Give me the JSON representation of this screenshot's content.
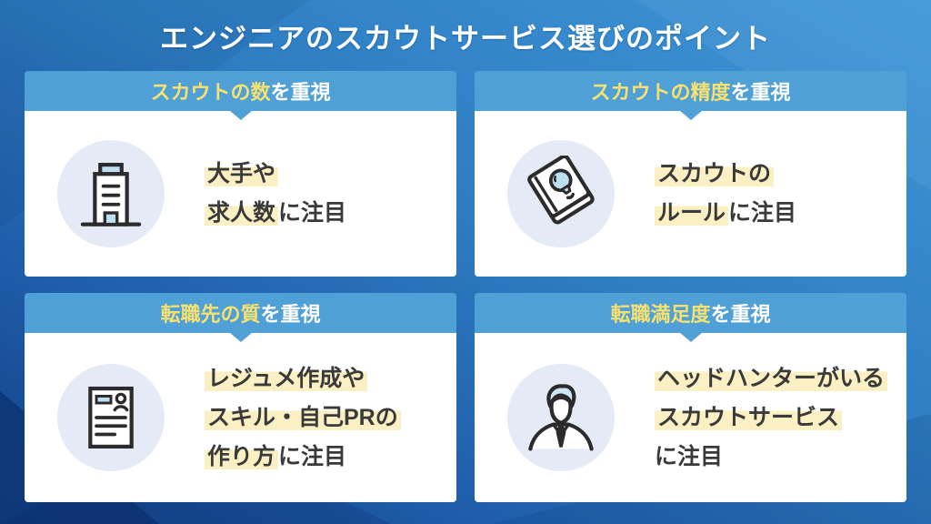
{
  "title": "エンジニアのスカウトサービス選びのポイント",
  "colors": {
    "background_top_right": "#3f97d7",
    "background_bottom_left": "#123f85",
    "card_header_blue": "#4fa0d6",
    "header_emphasis_yellow": "#f6e070",
    "header_text_white": "#ffffff",
    "card_background": "#ffffff",
    "body_text": "#3a3a3a",
    "highlight_yellow": "#fbf0c4",
    "icon_circle_background": "#e4ebf7",
    "icon_accent_blue": "#bedff2",
    "icon_stroke": "#2b2b2b"
  },
  "cards": [
    {
      "icon": "building-icon",
      "header": {
        "em": "スカウトの数",
        "rest": "を重視"
      },
      "lines": [
        {
          "segments": [
            {
              "text": "大手や",
              "highlight": true
            }
          ]
        },
        {
          "segments": [
            {
              "text": "求人数",
              "highlight": true
            },
            {
              "text": "に注目",
              "highlight": false
            }
          ]
        }
      ]
    },
    {
      "icon": "book-lightbulb-icon",
      "header": {
        "em": "スカウトの精度",
        "rest": "を重視"
      },
      "lines": [
        {
          "segments": [
            {
              "text": "スカウトの",
              "highlight": true
            }
          ]
        },
        {
          "segments": [
            {
              "text": "ルール",
              "highlight": true
            },
            {
              "text": "に注目",
              "highlight": false
            }
          ]
        }
      ]
    },
    {
      "icon": "resume-document-icon",
      "header": {
        "em": "転職先の質",
        "rest": "を重視"
      },
      "lines": [
        {
          "segments": [
            {
              "text": "レジュメ作成や",
              "highlight": true
            }
          ]
        },
        {
          "segments": [
            {
              "text": "スキル・自己PRの",
              "highlight": true
            }
          ]
        },
        {
          "segments": [
            {
              "text": "作り方",
              "highlight": true
            },
            {
              "text": "に注目",
              "highlight": false
            }
          ]
        }
      ]
    },
    {
      "icon": "headhunter-person-icon",
      "header": {
        "em": "転職満足度",
        "rest": "を重視"
      },
      "lines": [
        {
          "segments": [
            {
              "text": "ヘッドハンターがいる",
              "highlight": true
            }
          ]
        },
        {
          "segments": [
            {
              "text": "スカウトサービス",
              "highlight": true
            }
          ]
        },
        {
          "segments": [
            {
              "text": "に注目",
              "highlight": false
            }
          ]
        }
      ]
    }
  ]
}
